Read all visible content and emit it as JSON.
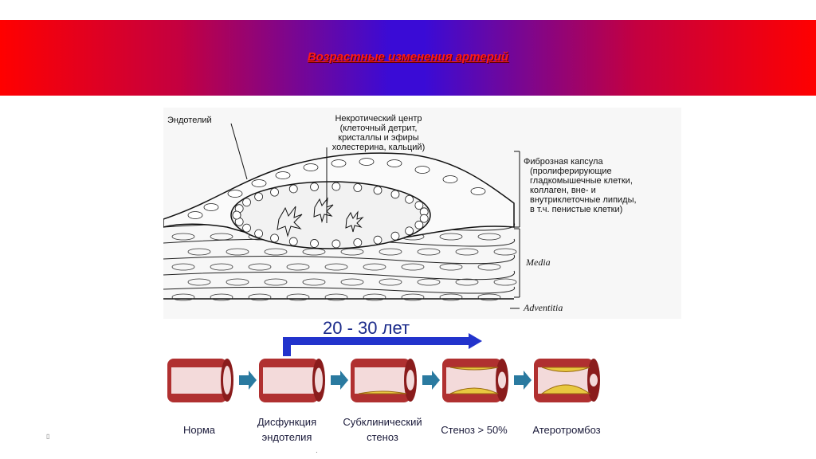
{
  "slide": {
    "title": "Возрастные изменения артерий"
  },
  "diagram": {
    "endothelium": "Эндотелий",
    "necrotic_core": [
      "Некротический центр",
      "(клеточный детрит,",
      "кристаллы и эфиры",
      "холестерина, кальций)"
    ],
    "fibrous_cap": [
      "Фиброзная капсула",
      "(пролиферирующие",
      "гладкомышечные клетки,",
      "коллаген, вне- и",
      "внутриклеточные липиды,",
      "в т.ч. пенистые клетки)"
    ],
    "media": "Media",
    "adventitia": "Adventitia"
  },
  "timeline": {
    "label": "20 - 30 лет",
    "arrow_color": "#2233cc"
  },
  "stages": [
    {
      "label": "Норма"
    },
    {
      "label": "Дисфункция эндотелия"
    },
    {
      "label": "Субклинический стеноз"
    },
    {
      "label": "Стеноз > 50%"
    },
    {
      "label": "Атеротромбоз"
    }
  ],
  "colors": {
    "vessel_wall": "#b03030",
    "plaque": "#e8c840",
    "arrow_teal": "#2a7aa0"
  }
}
